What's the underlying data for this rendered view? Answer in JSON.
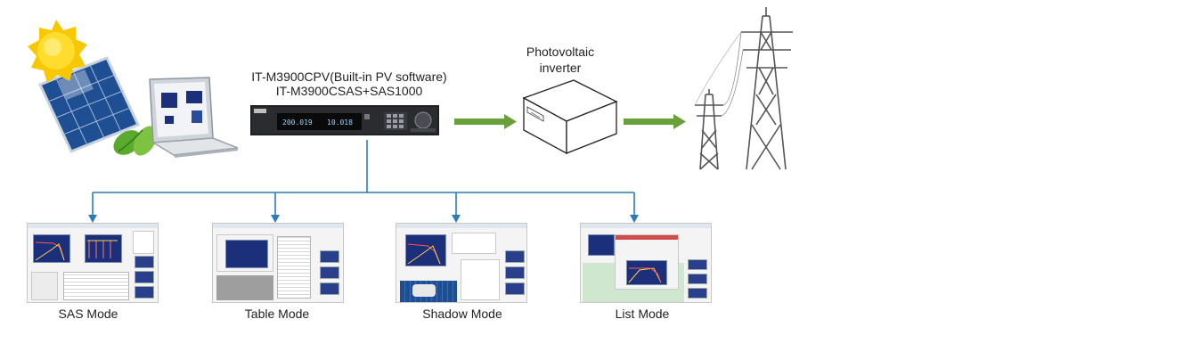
{
  "device": {
    "line1": "IT-M3900CPV(Built-in PV software)",
    "line2": "IT-M3900CSAS+SAS1000",
    "display_left": "200.019",
    "display_right": "10.018"
  },
  "inverter": {
    "line1": "Photovoltaic",
    "line2": "inverter"
  },
  "modes": [
    {
      "label": "SAS Mode"
    },
    {
      "label": "Table Mode"
    },
    {
      "label": "Shadow Mode"
    },
    {
      "label": "List Mode"
    }
  ],
  "colors": {
    "green_arrow": "#6aa03c",
    "blue_branch": "#2b7bbd",
    "sun": "#f7c800",
    "panel_blue": "#1f4f93",
    "plot_blue": "#1b2f7a"
  },
  "icons": [
    "sun-icon",
    "solar-panel-icon",
    "laptop-icon",
    "leaf-icon",
    "power-supply-icon",
    "inverter-box-icon",
    "transmission-tower-icon"
  ]
}
